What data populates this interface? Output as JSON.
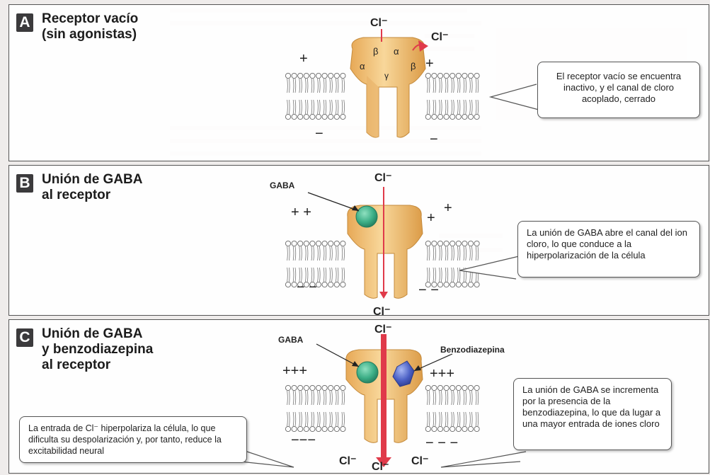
{
  "panels": {
    "a": {
      "letter": "A",
      "title": "Receptor vacío\n(sin agonistas)",
      "ion_top": "Cl⁻",
      "ion_out": "Cl⁻",
      "subunits": {
        "alpha": "α",
        "beta": "β",
        "gamma": "γ"
      },
      "plus_left": "+",
      "plus_right": "+",
      "minus_left": "−",
      "minus_right": "−",
      "callout": "El receptor vacío se encuentra inactivo, y el canal de cloro acoplado, cerrado"
    },
    "b": {
      "letter": "B",
      "title": "Unión de GABA\nal receptor",
      "gaba_label": "GABA",
      "ion_top": "Cl⁻",
      "ion_bottom": "Cl⁻",
      "plus_left": "+ +",
      "plus_right": "+",
      "plus_right_high": "+",
      "minus_left": "− −",
      "minus_right": "− −",
      "callout": "La unión de GABA abre el canal del ion cloro, lo que conduce a la hiperpolarización de la célula"
    },
    "c": {
      "letter": "C",
      "title": "Unión de GABA\ny benzodiazepina\nal receptor",
      "gaba_label": "GABA",
      "benzo_label": "Benzodiazepina",
      "ion_top": "Cl⁻",
      "ion_bottom_left": "Cl⁻",
      "ion_bottom_center": "Cl⁻",
      "ion_bottom_right": "Cl⁻",
      "plus_left": "+++",
      "plus_right": "+++",
      "minus_left": "−−−",
      "minus_right": "− − −",
      "callout_left": "La entrada de Cl⁻ hiperpolariza la célula, lo que dificulta su despolarización y, por tanto, reduce la excitabilidad neural",
      "callout_right": "La unión de GABA se incrementa por la presencia de la benzodiazepina, lo que da lugar a una mayor entrada de iones cloro"
    }
  },
  "colors": {
    "receptor": "#f6c97a",
    "receptor_shade": "#e0a24c",
    "gaba": "#3cae86",
    "benzo": "#4a5fc4",
    "chloride_arrow": "#e03a4a",
    "letter_box": "#3b3a3c"
  }
}
